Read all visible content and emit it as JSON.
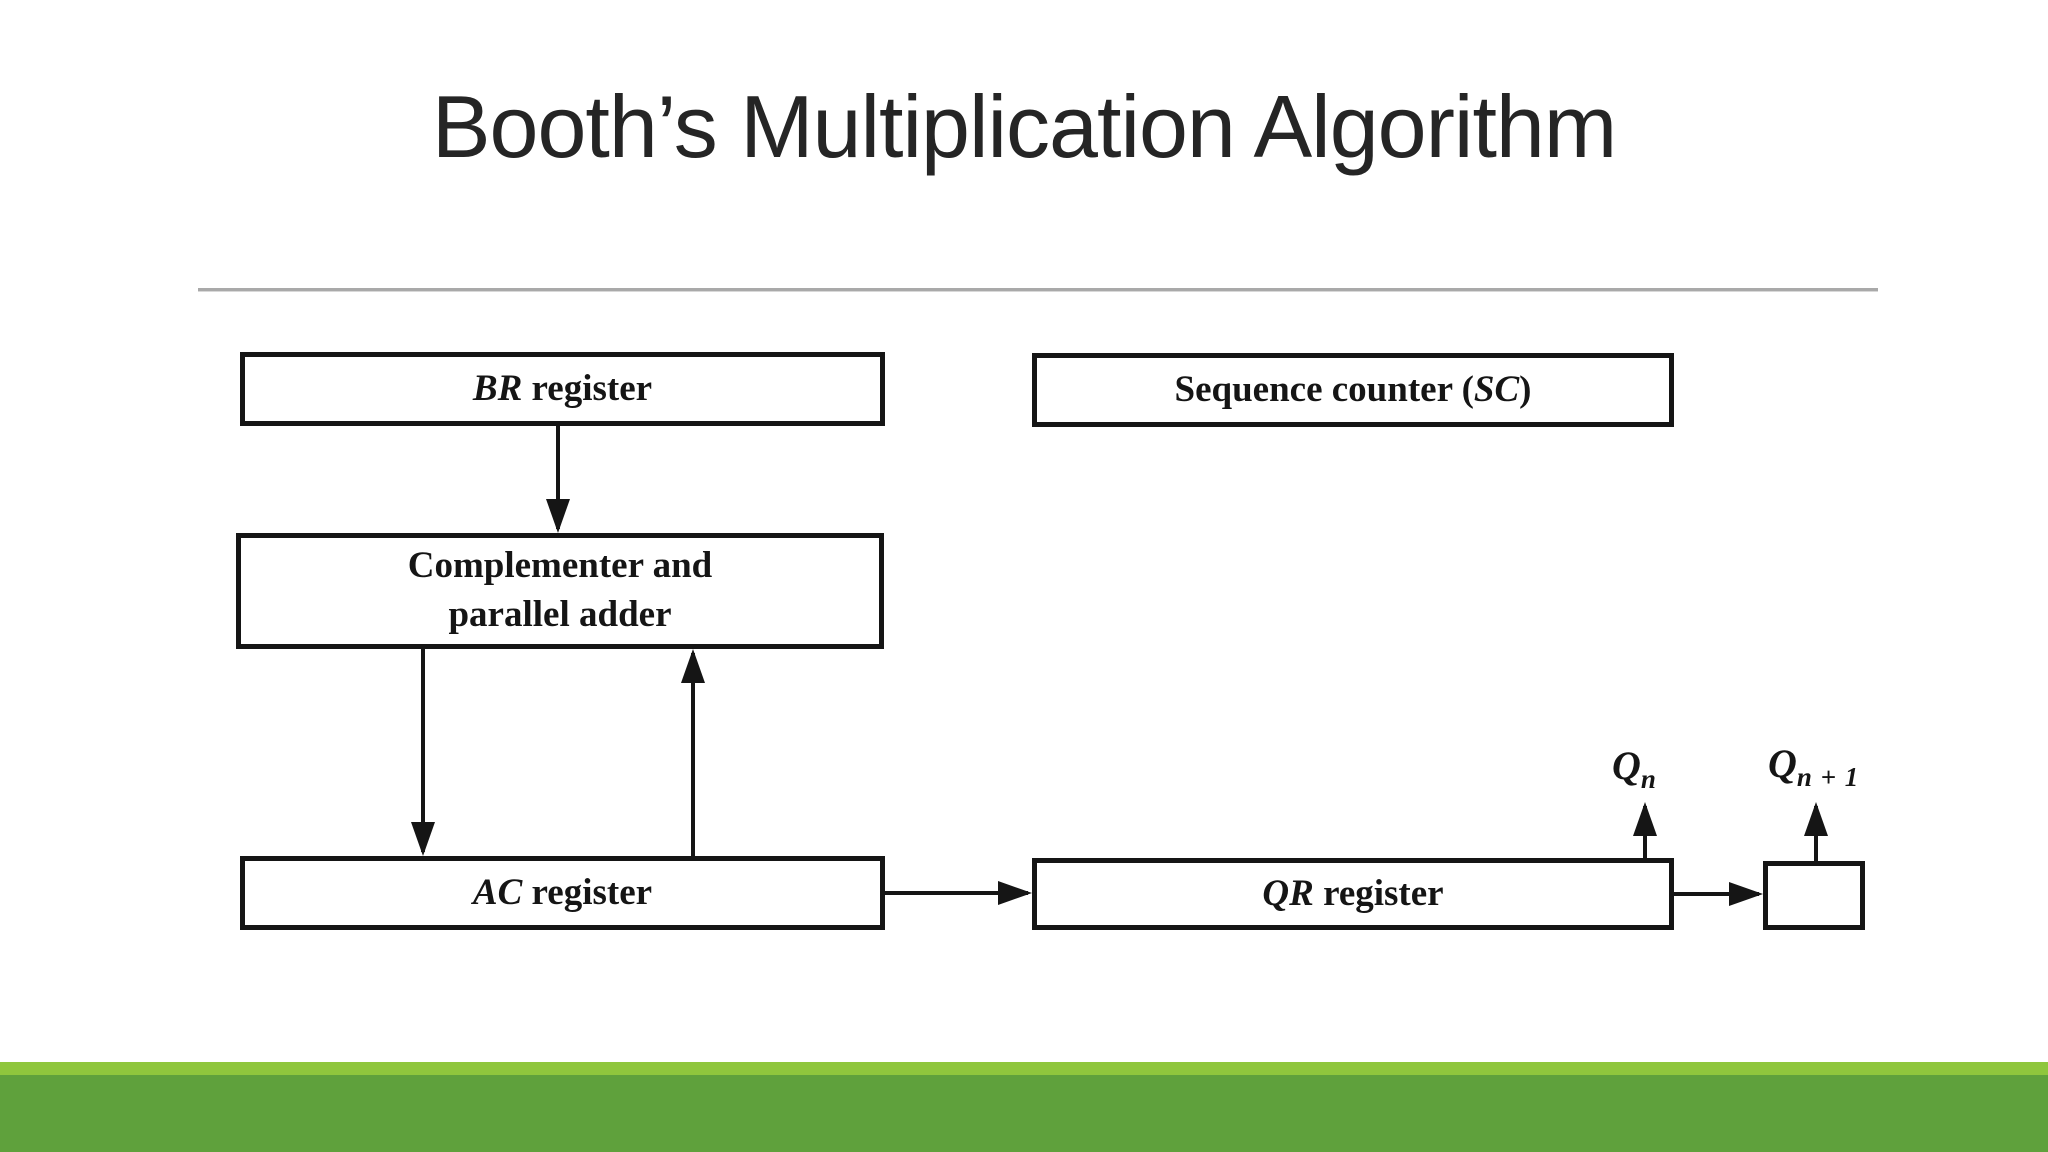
{
  "slide": {
    "title": "Booth’s Multiplication Algorithm",
    "background_color": "#ffffff",
    "title_color": "#252525",
    "divider_color": "#a9a9a9"
  },
  "diagram": {
    "ink_color": "#151515",
    "boxes": {
      "br": {
        "abbr": "BR",
        "rest": " register"
      },
      "sc": {
        "pre": "Sequence counter (",
        "abbr": "SC",
        "post": ")"
      },
      "complementer": {
        "line1": "Complementer and",
        "line2": "parallel adder"
      },
      "ac": {
        "abbr": "AC",
        "rest": " register"
      },
      "qr": {
        "abbr": "QR",
        "rest": " register"
      }
    },
    "labels": {
      "qn": {
        "base": "Q",
        "sub": "n"
      },
      "qn_plus_1": {
        "base": "Q",
        "sub": "n + 1"
      }
    },
    "arrows": [
      "BR register to Complementer and parallel adder (down)",
      "Complementer and parallel adder to AC register (down)",
      "AC register to Complementer and parallel adder (up)",
      "AC register to QR register (right)",
      "QR register to flip-flop (right)",
      "QR register to Qn output (up)",
      "flip-flop to Qn+1 output (up)"
    ]
  },
  "footer_bar": {
    "light_green": "#8fc63d",
    "dark_green": "#5fa13c"
  }
}
